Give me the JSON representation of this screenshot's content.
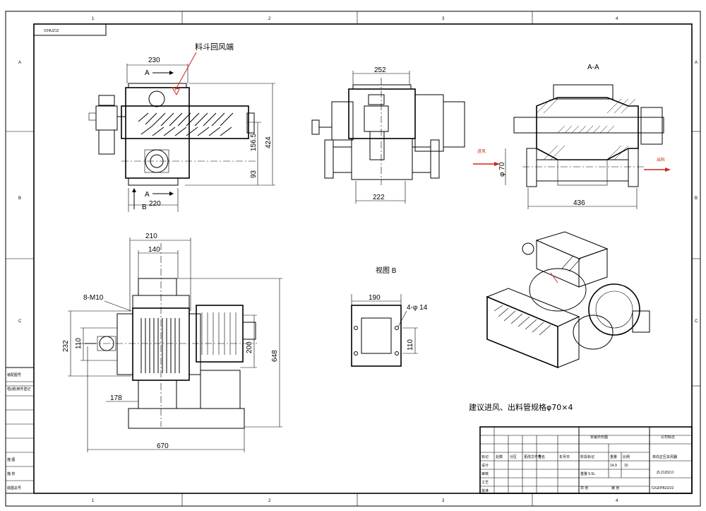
{
  "frame": {
    "zone_numbers": [
      "1",
      "2",
      "3",
      "4"
    ],
    "zone_letters": [
      "A",
      "B",
      "C"
    ],
    "corner_code": "VZ4UZ12"
  },
  "annotations": {
    "hopper_return_air": "料斗回风端",
    "view_a": "A",
    "view_b": "B",
    "section_title": "A-A",
    "view_b_title": "视图 B",
    "air_in": "进风",
    "air_out": "出料",
    "bolt_label": "8-M10",
    "hole_label": "4-φ 14",
    "pipe_spec": "建议进风、出料管规格φ70×4",
    "pipe_dia": "φ 70"
  },
  "dimensions": {
    "front_width": "230",
    "front_base": "220",
    "front_height": "424",
    "front_center": "156.5",
    "front_lower": "93",
    "side_top": "252",
    "side_bottom": "222",
    "section_length": "436",
    "plan_210": "210",
    "plan_140": "140",
    "plan_232": "232",
    "plan_110": "110",
    "plan_178": "178",
    "plan_200": "200",
    "plan_648": "648",
    "plan_670": "670",
    "flange_190": "190",
    "flange_110": "110"
  },
  "left_block": {
    "rows": [
      "装配图号",
      "借(通)用件登记",
      "",
      "",
      "",
      "",
      "描 图",
      "描 校",
      "底图总号"
    ]
  },
  "title_block": {
    "drawing_name": "安装外形图",
    "company": "公司标志",
    "product_name": "单向正压关风器",
    "code1": "ZL21202.0",
    "code2": "TZGFPB22/22",
    "weight": "重量 5.5L",
    "scale_num": "14.9",
    "scale_den": "15",
    "headers": [
      "标记",
      "处数",
      "分区",
      "更改文件号",
      "签名",
      "年月日"
    ],
    "roles": [
      "设计",
      "审核",
      "工艺",
      "批准"
    ],
    "cells": [
      "阶段标记",
      "重量",
      "比例",
      "共 张",
      "第 张"
    ]
  }
}
